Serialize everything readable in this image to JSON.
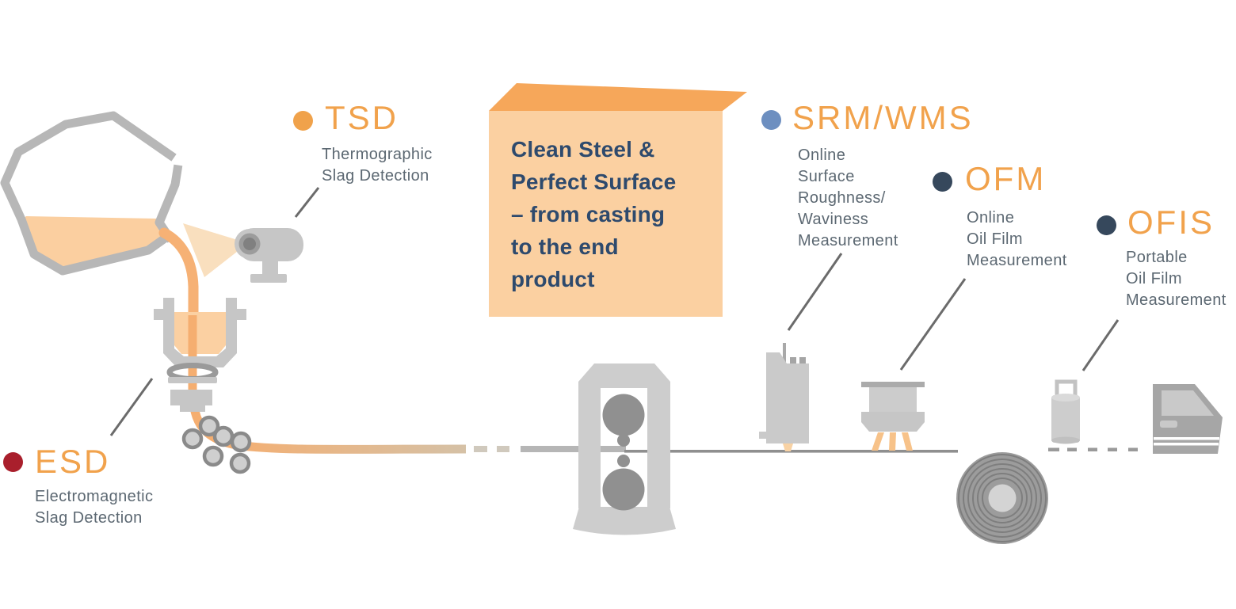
{
  "title_box": {
    "text": "Clean Steel &\nPerfect Surface\n– from casting\nto the end\nproduct",
    "face_color": "#FBD0A1",
    "top_color": "#F6A75A",
    "text_color": "#2E4A6D"
  },
  "technologies": [
    {
      "abbr": "TSD",
      "description": "Thermographic\nSlag Detection",
      "dot_color": "#F0A24B"
    },
    {
      "abbr": "ESD",
      "description": "Electromagnetic\nSlag Detection",
      "dot_color": "#A91F2C"
    },
    {
      "abbr": "SRM/WMS",
      "description": "Online\nSurface\nRoughness/\nWaviness\nMeasurement",
      "dot_color": "#6D8FC0"
    },
    {
      "abbr": "OFM",
      "description": "Online\nOil Film\nMeasurement",
      "dot_color": "#36485C"
    },
    {
      "abbr": "OFIS",
      "description": "Portable\nOil Film\nMeasurement",
      "dot_color": "#36485C"
    }
  ],
  "palette": {
    "accent_orange": "#F1A24C",
    "light_orange_fill": "#FBD0A1",
    "stream_orange": "#F6B175",
    "label_gray": "#5C6872",
    "machine_light_gray": "#C9C9C9",
    "roll_dark_gray": "#909090",
    "connector_gray": "#6B6B6B",
    "background": "#FFFFFF"
  },
  "icons": [
    "ladle-icon",
    "thermal-camera-icon",
    "tundish-icon",
    "slide-gate-icon",
    "mold-icon",
    "caster-rollers-icon",
    "strip-line",
    "rolling-mill-icon",
    "srm-cabinet-icon",
    "ofm-sensor-icon",
    "ofis-handheld-icon",
    "steel-coil-icon",
    "car-door-icon"
  ]
}
